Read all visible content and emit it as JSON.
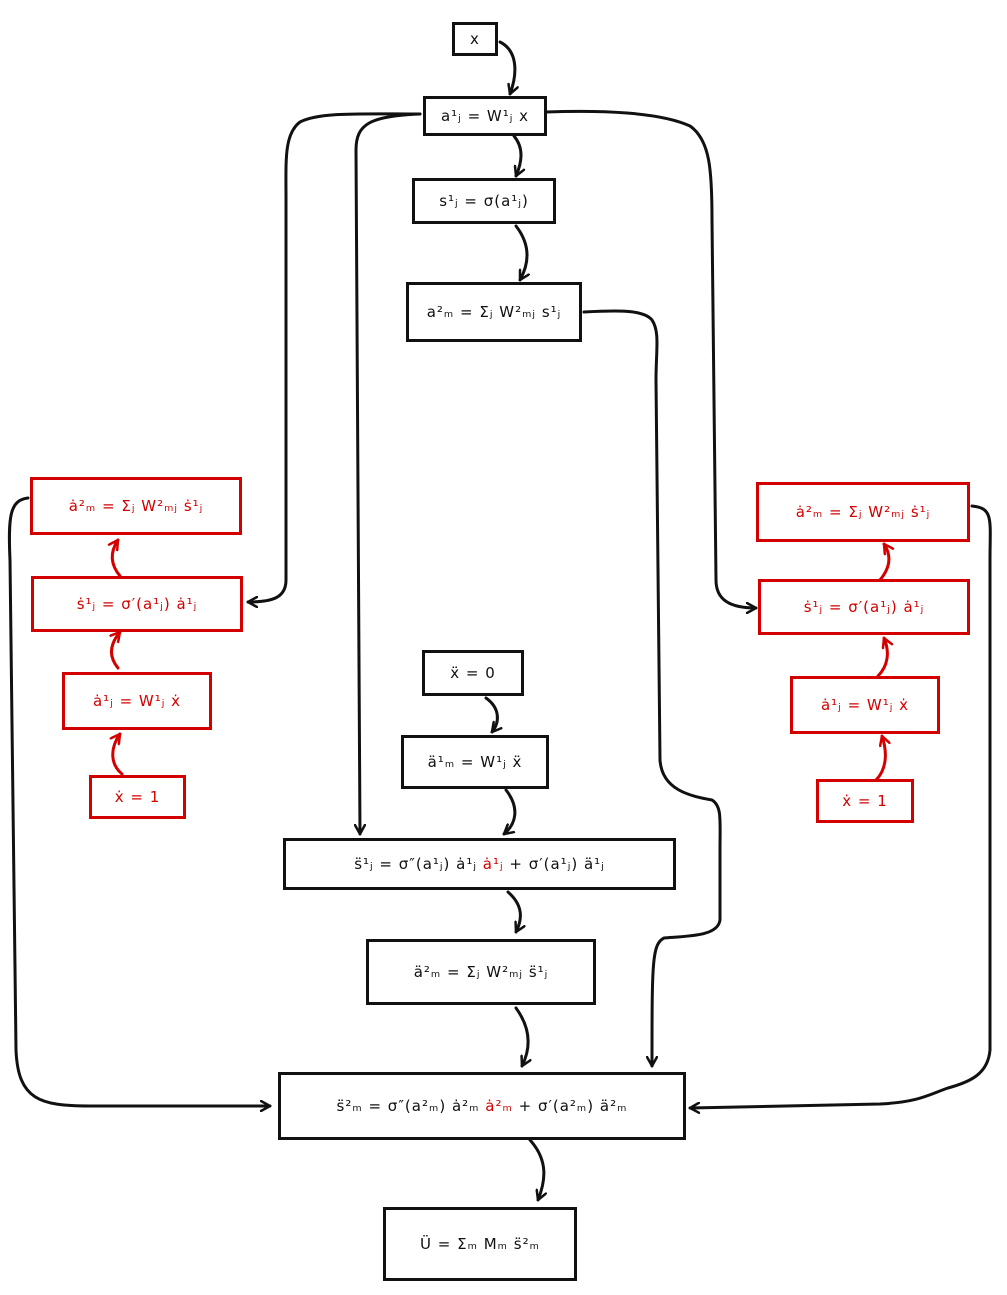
{
  "colors": {
    "ink": "#111111",
    "highlight": "#d40000",
    "background": "#ffffff"
  },
  "nodes": {
    "x_input": {
      "label": "x"
    },
    "a1": {
      "label": "a¹ⱼ = W¹ⱼ x"
    },
    "s1": {
      "label": "s¹ⱼ = σ(a¹ⱼ)"
    },
    "a2": {
      "label": "a²ₘ = Σⱼ W²ₘⱼ s¹ⱼ"
    },
    "left_a2_dot": {
      "label": "ȧ²ₘ = Σⱼ W²ₘⱼ ṡ¹ⱼ"
    },
    "left_s1_dot": {
      "label": "ṡ¹ⱼ = σ′(a¹ⱼ) ȧ¹ⱼ"
    },
    "left_a1_dot": {
      "label": "ȧ¹ⱼ = W¹ⱼ ẋ"
    },
    "left_x_dot": {
      "label": "ẋ = 1"
    },
    "right_a2_dot": {
      "label": "ȧ²ₘ = Σⱼ W²ₘⱼ ṡ¹ⱼ"
    },
    "right_s1_dot": {
      "label": "ṡ¹ⱼ = σ′(a¹ⱼ) ȧ¹ⱼ"
    },
    "right_a1_dot": {
      "label": "ȧ¹ⱼ = W¹ⱼ ẋ"
    },
    "right_x_dot": {
      "label": "ẋ = 1"
    },
    "x_ddot": {
      "label": "ẍ = 0"
    },
    "a1_ddot": {
      "label": "ä¹ₘ = W¹ⱼ ẍ"
    },
    "s1_ddot": {
      "pre": "s̈¹ⱼ = σ″(a¹ⱼ) ȧ¹ⱼ",
      "highlight": "ȧ¹ⱼ",
      "post": "+ σ′(a¹ⱼ) ä¹ⱼ"
    },
    "a2_ddot": {
      "label": "ä²ₘ = Σⱼ W²ₘⱼ s̈¹ⱼ"
    },
    "s2_ddot": {
      "pre": "s̈²ₘ = σ″(a²ₘ) ȧ²ₘ",
      "highlight": "ȧ²ₘ",
      "post": "+ σ′(a²ₘ) ä²ₘ"
    },
    "u_ddot": {
      "label": "Ü = Σₘ Mₘ s̈²ₘ"
    }
  },
  "edges": [
    {
      "from": "x_input",
      "to": "a1"
    },
    {
      "from": "a1",
      "to": "s1"
    },
    {
      "from": "s1",
      "to": "a2"
    },
    {
      "from": "a1",
      "to": "left_s1_dot"
    },
    {
      "from": "a1",
      "to": "s1_ddot"
    },
    {
      "from": "a1",
      "to": "right_s1_dot"
    },
    {
      "from": "a2",
      "to": "s2_ddot"
    },
    {
      "from": "left_x_dot",
      "to": "left_a1_dot"
    },
    {
      "from": "left_a1_dot",
      "to": "left_s1_dot"
    },
    {
      "from": "left_s1_dot",
      "to": "left_a2_dot"
    },
    {
      "from": "left_a2_dot",
      "to": "s2_ddot"
    },
    {
      "from": "right_x_dot",
      "to": "right_a1_dot"
    },
    {
      "from": "right_a1_dot",
      "to": "right_s1_dot"
    },
    {
      "from": "right_s1_dot",
      "to": "right_a2_dot"
    },
    {
      "from": "right_a2_dot",
      "to": "s2_ddot"
    },
    {
      "from": "x_ddot",
      "to": "a1_ddot"
    },
    {
      "from": "a1_ddot",
      "to": "s1_ddot"
    },
    {
      "from": "s1_ddot",
      "to": "a2_ddot"
    },
    {
      "from": "a2_ddot",
      "to": "s2_ddot"
    },
    {
      "from": "s2_ddot",
      "to": "u_ddot"
    }
  ]
}
